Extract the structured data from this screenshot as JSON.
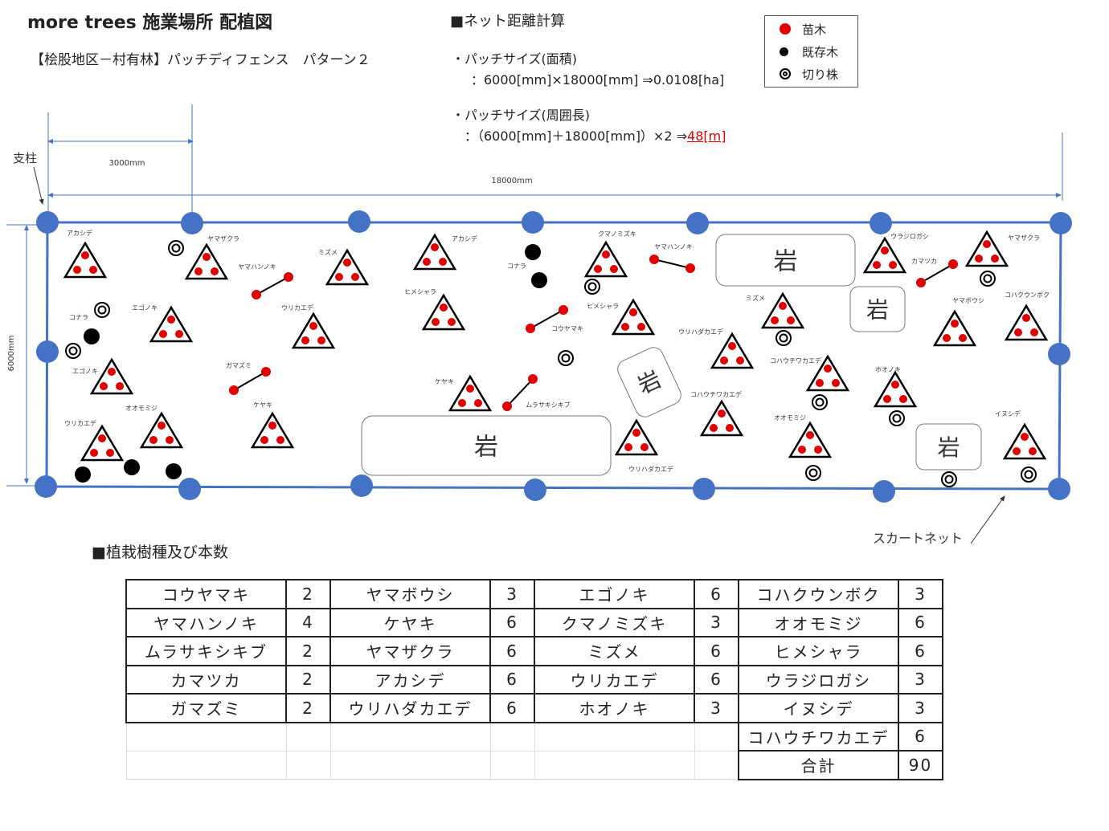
{
  "header": {
    "title": "more trees 施業場所 配植図",
    "subtitle": "【桧股地区－村有林】パッチディフェンス　パターン２"
  },
  "net": {
    "heading": "■ネット距離計算",
    "area_label": "・パッチサイズ(面積)",
    "area_formula": "：6000[mm]×18000[mm] ⇒0.0108[ha]",
    "perimeter_label": "・パッチサイズ(周囲長)",
    "perimeter_formula": "：（6000[mm]＋18000[mm]）×2 ⇒",
    "perimeter_result": "48[m]"
  },
  "legend": {
    "items": [
      {
        "label": "苗木",
        "color": "#e00000"
      },
      {
        "label": "既存木",
        "color": "#000000"
      },
      {
        "label": "切り株",
        "color": "#000000"
      }
    ]
  },
  "dimensions": {
    "post_label": "支柱",
    "span_small": "3000mm",
    "span_long": "18000mm",
    "span_height": "6000mm",
    "skirt_net": "スカートネット"
  },
  "plot": {
    "rock": "岩",
    "trees": [
      "アカシデ",
      "ヤマザクラ",
      "ミズメ",
      "エゴノキ",
      "ウリカエデ",
      "エゴノキ",
      "オオモミジ",
      "ウリカエデ",
      "ケヤキ",
      "アカシデ",
      "ヒメシャラ",
      "クマノミズキ",
      "ヒメシャラ",
      "ウリハダカエデ",
      "ケヤキ",
      "コハウチワカエデ",
      "ウリハダカエデ",
      "ミズメ",
      "ウラジロガシ",
      "ヤマザクラ",
      "ヤマボウシ",
      "コハクウンボク",
      "コハウチワカエデ",
      "ホオノキ",
      "オオモミジ",
      "イヌシデ"
    ],
    "pairs": [
      "ヤマハンノキ",
      "ガマズミ",
      "コウヤマキ",
      "ムラサキシキブ",
      "ヤマハンノキ",
      "カマツカ"
    ],
    "existing_labels": [
      "コナラ",
      "コナラ"
    ]
  },
  "species": {
    "heading": "■植栽樹種及び本数",
    "rows": [
      [
        [
          "コウヤマキ",
          "2"
        ],
        [
          "ヤマボウシ",
          "3"
        ],
        [
          "エゴノキ",
          "6"
        ],
        [
          "コハクウンボク",
          "3"
        ]
      ],
      [
        [
          "ヤマハンノキ",
          "4"
        ],
        [
          "ケヤキ",
          "6"
        ],
        [
          "クマノミズキ",
          "3"
        ],
        [
          "オオモミジ",
          "6"
        ]
      ],
      [
        [
          "ムラサキシキブ",
          "2"
        ],
        [
          "ヤマザクラ",
          "6"
        ],
        [
          "ミズメ",
          "6"
        ],
        [
          "ヒメシャラ",
          "6"
        ]
      ],
      [
        [
          "カマツカ",
          "2"
        ],
        [
          "アカシデ",
          "6"
        ],
        [
          "ウリカエデ",
          "6"
        ],
        [
          "ウラジロガシ",
          "3"
        ]
      ],
      [
        [
          "ガマズミ",
          "2"
        ],
        [
          "ウリハダカエデ",
          "6"
        ],
        [
          "ホオノキ",
          "3"
        ],
        [
          "イヌシデ",
          "3"
        ]
      ],
      [
        null,
        null,
        null,
        [
          "コハウチワカエデ",
          "6"
        ]
      ],
      [
        null,
        null,
        null,
        [
          "合計",
          "90"
        ]
      ]
    ]
  },
  "colors": {
    "fence": "#4472c4",
    "seedling": "#e00000",
    "link": "#c00000"
  }
}
